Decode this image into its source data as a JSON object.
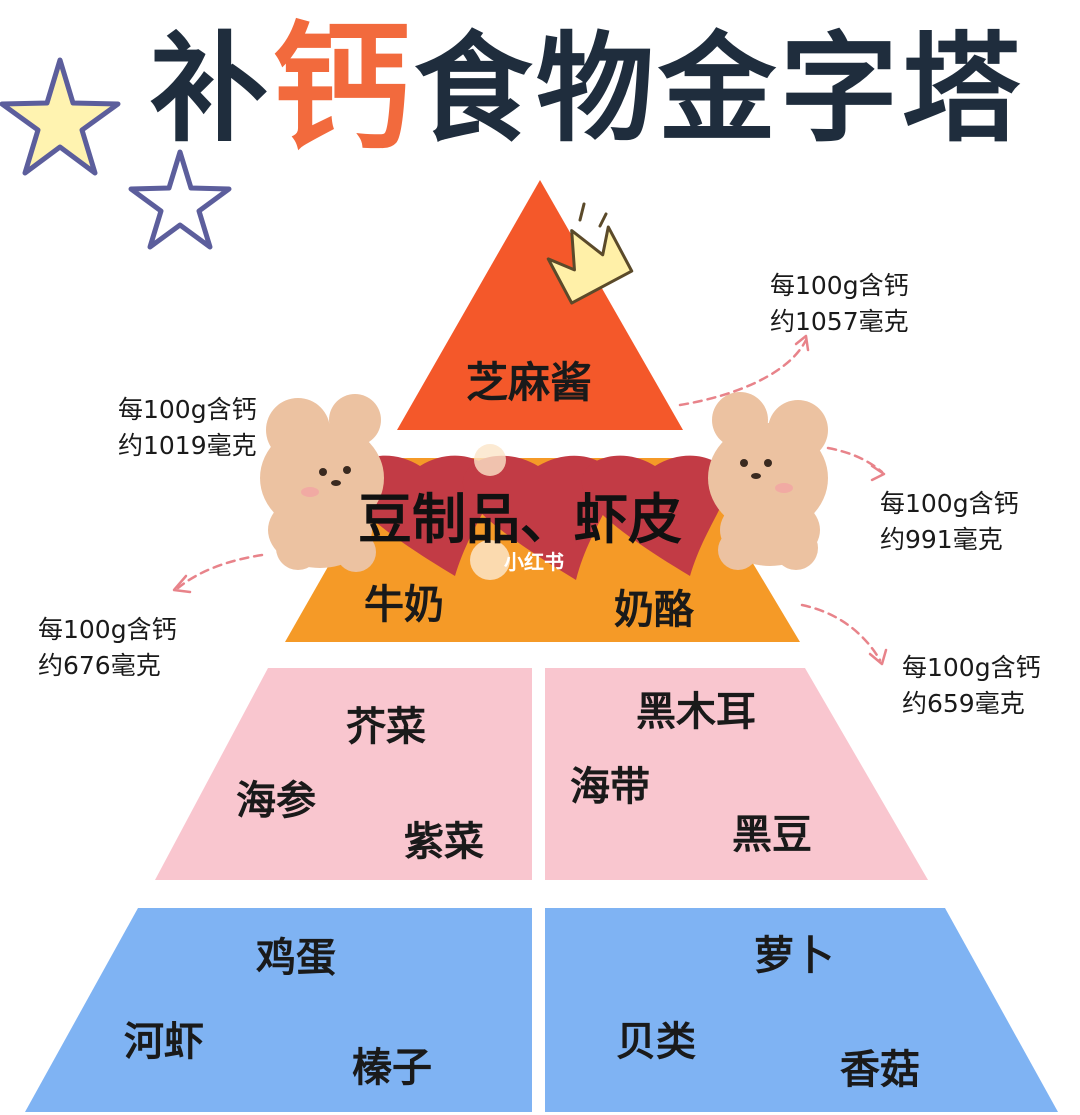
{
  "title": {
    "before": "补",
    "accent": "钙",
    "after": "食物金字塔"
  },
  "watermark": "小红书",
  "tiers": {
    "top": {
      "label": "芝麻酱",
      "color": "#f4582a"
    },
    "second": {
      "banner": "豆制品、虾皮",
      "left": "牛奶",
      "right": "奶酪",
      "color": "#f59a27",
      "heart_color": "#c23b45"
    },
    "third": {
      "color": "#f9c6cf",
      "left": [
        "芥菜",
        "海参",
        "紫菜"
      ],
      "right": [
        "黑木耳",
        "海带",
        "黑豆"
      ]
    },
    "bottom": {
      "color": "#7fb3f3",
      "left": [
        "鸡蛋",
        "河虾",
        "榛子"
      ],
      "right": [
        "萝卜",
        "贝类",
        "香菇"
      ]
    }
  },
  "notes": [
    {
      "line1": "每100g含钙",
      "line2": "约1057毫克"
    },
    {
      "line1": "每100g含钙",
      "line2": "约1019毫克"
    },
    {
      "line1": "每100g含钙",
      "line2": "约991毫克"
    },
    {
      "line1": "每100g含钙",
      "line2": "约676毫克"
    },
    {
      "line1": "每100g含钙",
      "line2": "约659毫克"
    }
  ],
  "colors": {
    "title_dark": "#1f2d3d",
    "title_accent": "#f26a3d",
    "star_fill": "#fff3b0",
    "star_outline": "#5c5e9c",
    "arrow": "#e8838a",
    "bear": "#ecc2a1",
    "crown": "#fff0a8"
  },
  "icons": [
    "star-icon",
    "star-outline-icon",
    "crown-icon",
    "bear-icon",
    "heart-icon",
    "arrow-icon"
  ]
}
